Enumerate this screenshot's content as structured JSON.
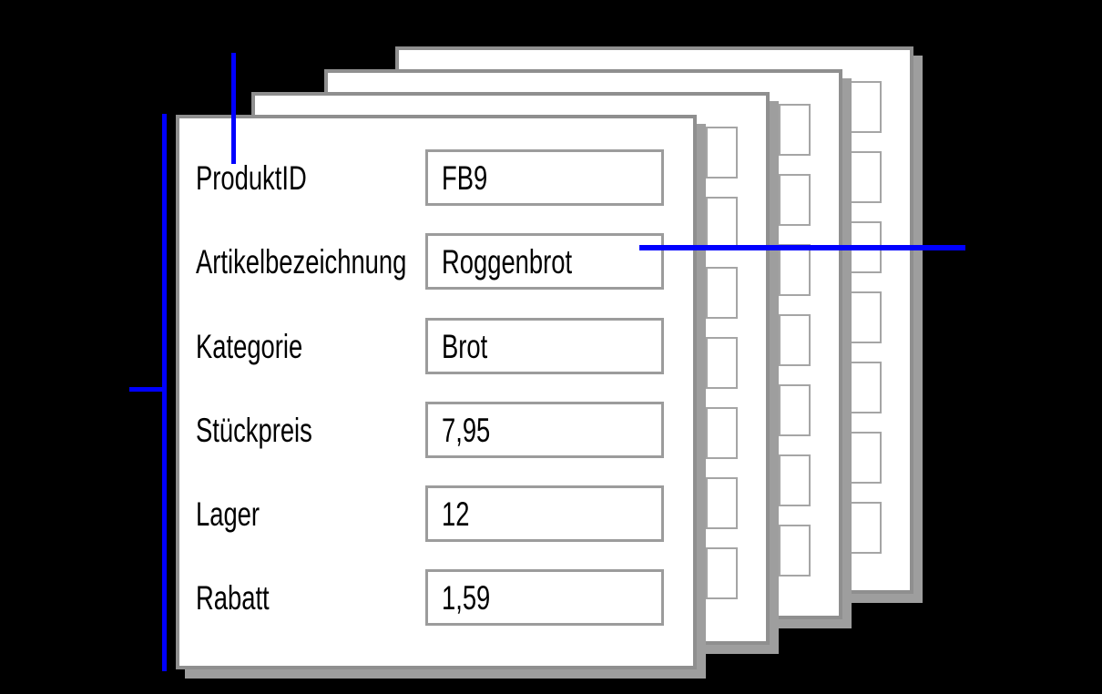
{
  "form": {
    "fields": [
      {
        "label": "ProduktID",
        "value": "FB9"
      },
      {
        "label": "Artikelbezeichnung",
        "value": "Roggenbrot"
      },
      {
        "label": "Kategorie",
        "value": "Brot"
      },
      {
        "label": "Stückpreis",
        "value": "7,95"
      },
      {
        "label": "Lager",
        "value": "12"
      },
      {
        "label": "Rabatt",
        "value": "1,59"
      }
    ]
  },
  "stack": {
    "background_card_count": 3,
    "placeholder_boxes_per_card": 7
  },
  "annotation": {
    "line_ids": [
      "top-vertical-callout",
      "left-vertical-bracket",
      "left-horizontal-tick",
      "right-horizontal-callout"
    ]
  },
  "colors": {
    "background": "#000000",
    "card_background": "#ffffff",
    "card_border": "#8f8f8f",
    "card_shadow": "#9e9e9e",
    "field_border": "#9c9c9c",
    "placeholder_border": "#a5a5a5",
    "annotation_blue": "#0000ff",
    "text": "#000000"
  }
}
